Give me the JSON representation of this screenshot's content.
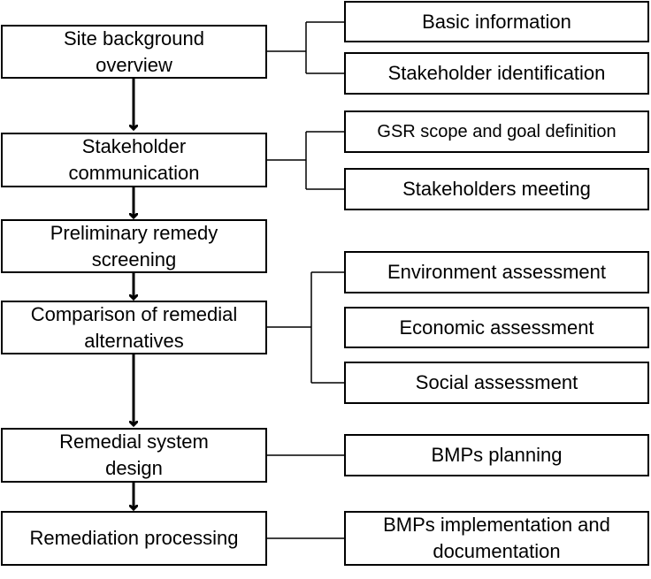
{
  "colors": {
    "stroke": "#000000",
    "fill": "#ffffff",
    "text": "#000000"
  },
  "steps": [
    {
      "label": "Site background\noverview"
    },
    {
      "label": "Stakeholder\ncommunication"
    },
    {
      "label": "Preliminary remedy\nscreening"
    },
    {
      "label": "Comparison of remedial\nalternatives"
    },
    {
      "label": "Remedial system\ndesign"
    },
    {
      "label": "Remediation processing"
    }
  ],
  "details": [
    {
      "label": "Basic information"
    },
    {
      "label": "Stakeholder identification"
    },
    {
      "label": "GSR scope and goal definition"
    },
    {
      "label": "Stakeholders meeting"
    },
    {
      "label": "Environment assessment"
    },
    {
      "label": "Economic assessment"
    },
    {
      "label": "Social assessment"
    },
    {
      "label": "BMPs planning"
    },
    {
      "label": "BMPs implementation and\ndocumentation"
    }
  ]
}
